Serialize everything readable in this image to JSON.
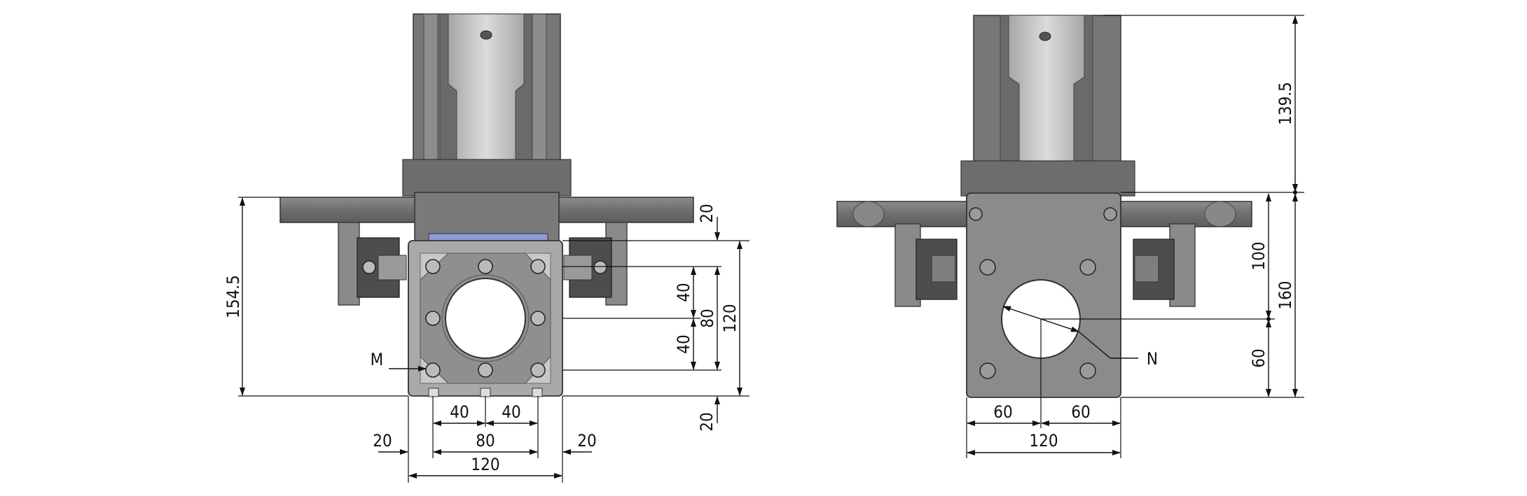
{
  "colors": {
    "steel_dark": "#6a6a6a",
    "steel_mid": "#8a8a8a",
    "steel_light": "#b5b5b5",
    "profile": "#a9a9a9",
    "insert_blue": "#8f9ad8",
    "block": "#4a4a4a",
    "ink": "#111111"
  },
  "left_view": {
    "dims": {
      "overall_height": "154.5",
      "top_offset": "20",
      "slot_upper": "40",
      "slot_lower": "40",
      "slot_span": "80",
      "profile_height": "120",
      "bottom_offset": "20",
      "bottom_slot_a": "40",
      "bottom_slot_b": "40",
      "bottom_span": "80",
      "edge_left": "20",
      "edge_right": "20",
      "profile_width": "120"
    },
    "callout": "M"
  },
  "right_view": {
    "dims": {
      "column_height": "139.5",
      "plate_upper": "100",
      "plate_height": "160",
      "plate_lower": "60",
      "half_left": "60",
      "half_right": "60",
      "plate_width": "120"
    },
    "callout": "N"
  }
}
